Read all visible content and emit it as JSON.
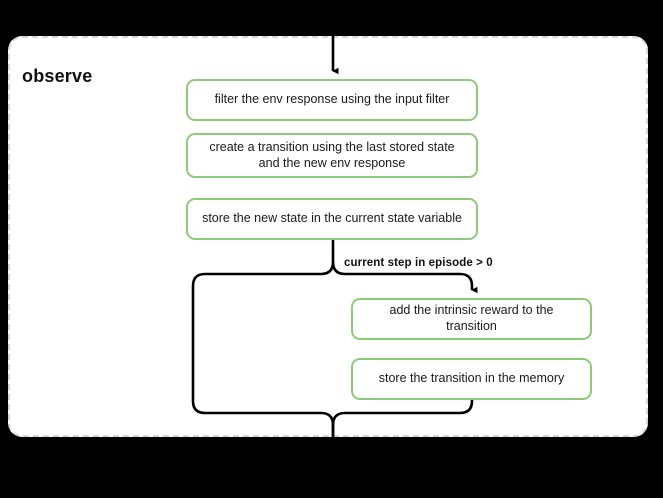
{
  "diagram": {
    "type": "flowchart",
    "background_color": "#000000",
    "subgraph": {
      "title": "observe",
      "border_style": "dashed",
      "border_color": "#d6d6d6",
      "fill_color": "#ffffff"
    },
    "node_style": {
      "border_color": "#8fc97a",
      "fill_color": "#ffffff",
      "text_color": "#1a1a1a",
      "shape": "rounded-rectangle"
    },
    "nodes": [
      {
        "id": "filter",
        "label": "filter the env response using the input filter"
      },
      {
        "id": "create",
        "label": "create a transition using the last stored state and the new env response"
      },
      {
        "id": "store",
        "label": "store the new state in the current state variable"
      },
      {
        "id": "reward",
        "label": "add the intrinsic reward to the transition"
      },
      {
        "id": "memory",
        "label": "store the transition in the memory"
      }
    ],
    "edges": [
      {
        "from": "entry",
        "to": "filter",
        "label": "",
        "arrow": true
      },
      {
        "from": "store",
        "to": "reward",
        "label": "current step in episode > 0",
        "arrow": true
      },
      {
        "from": "store",
        "to": "exit",
        "label": "",
        "arrow": false
      },
      {
        "from": "memory",
        "to": "exit",
        "label": "",
        "arrow": false
      }
    ],
    "edge_labels": [
      "current step in episode > 0"
    ],
    "edge_color": "#000000"
  }
}
